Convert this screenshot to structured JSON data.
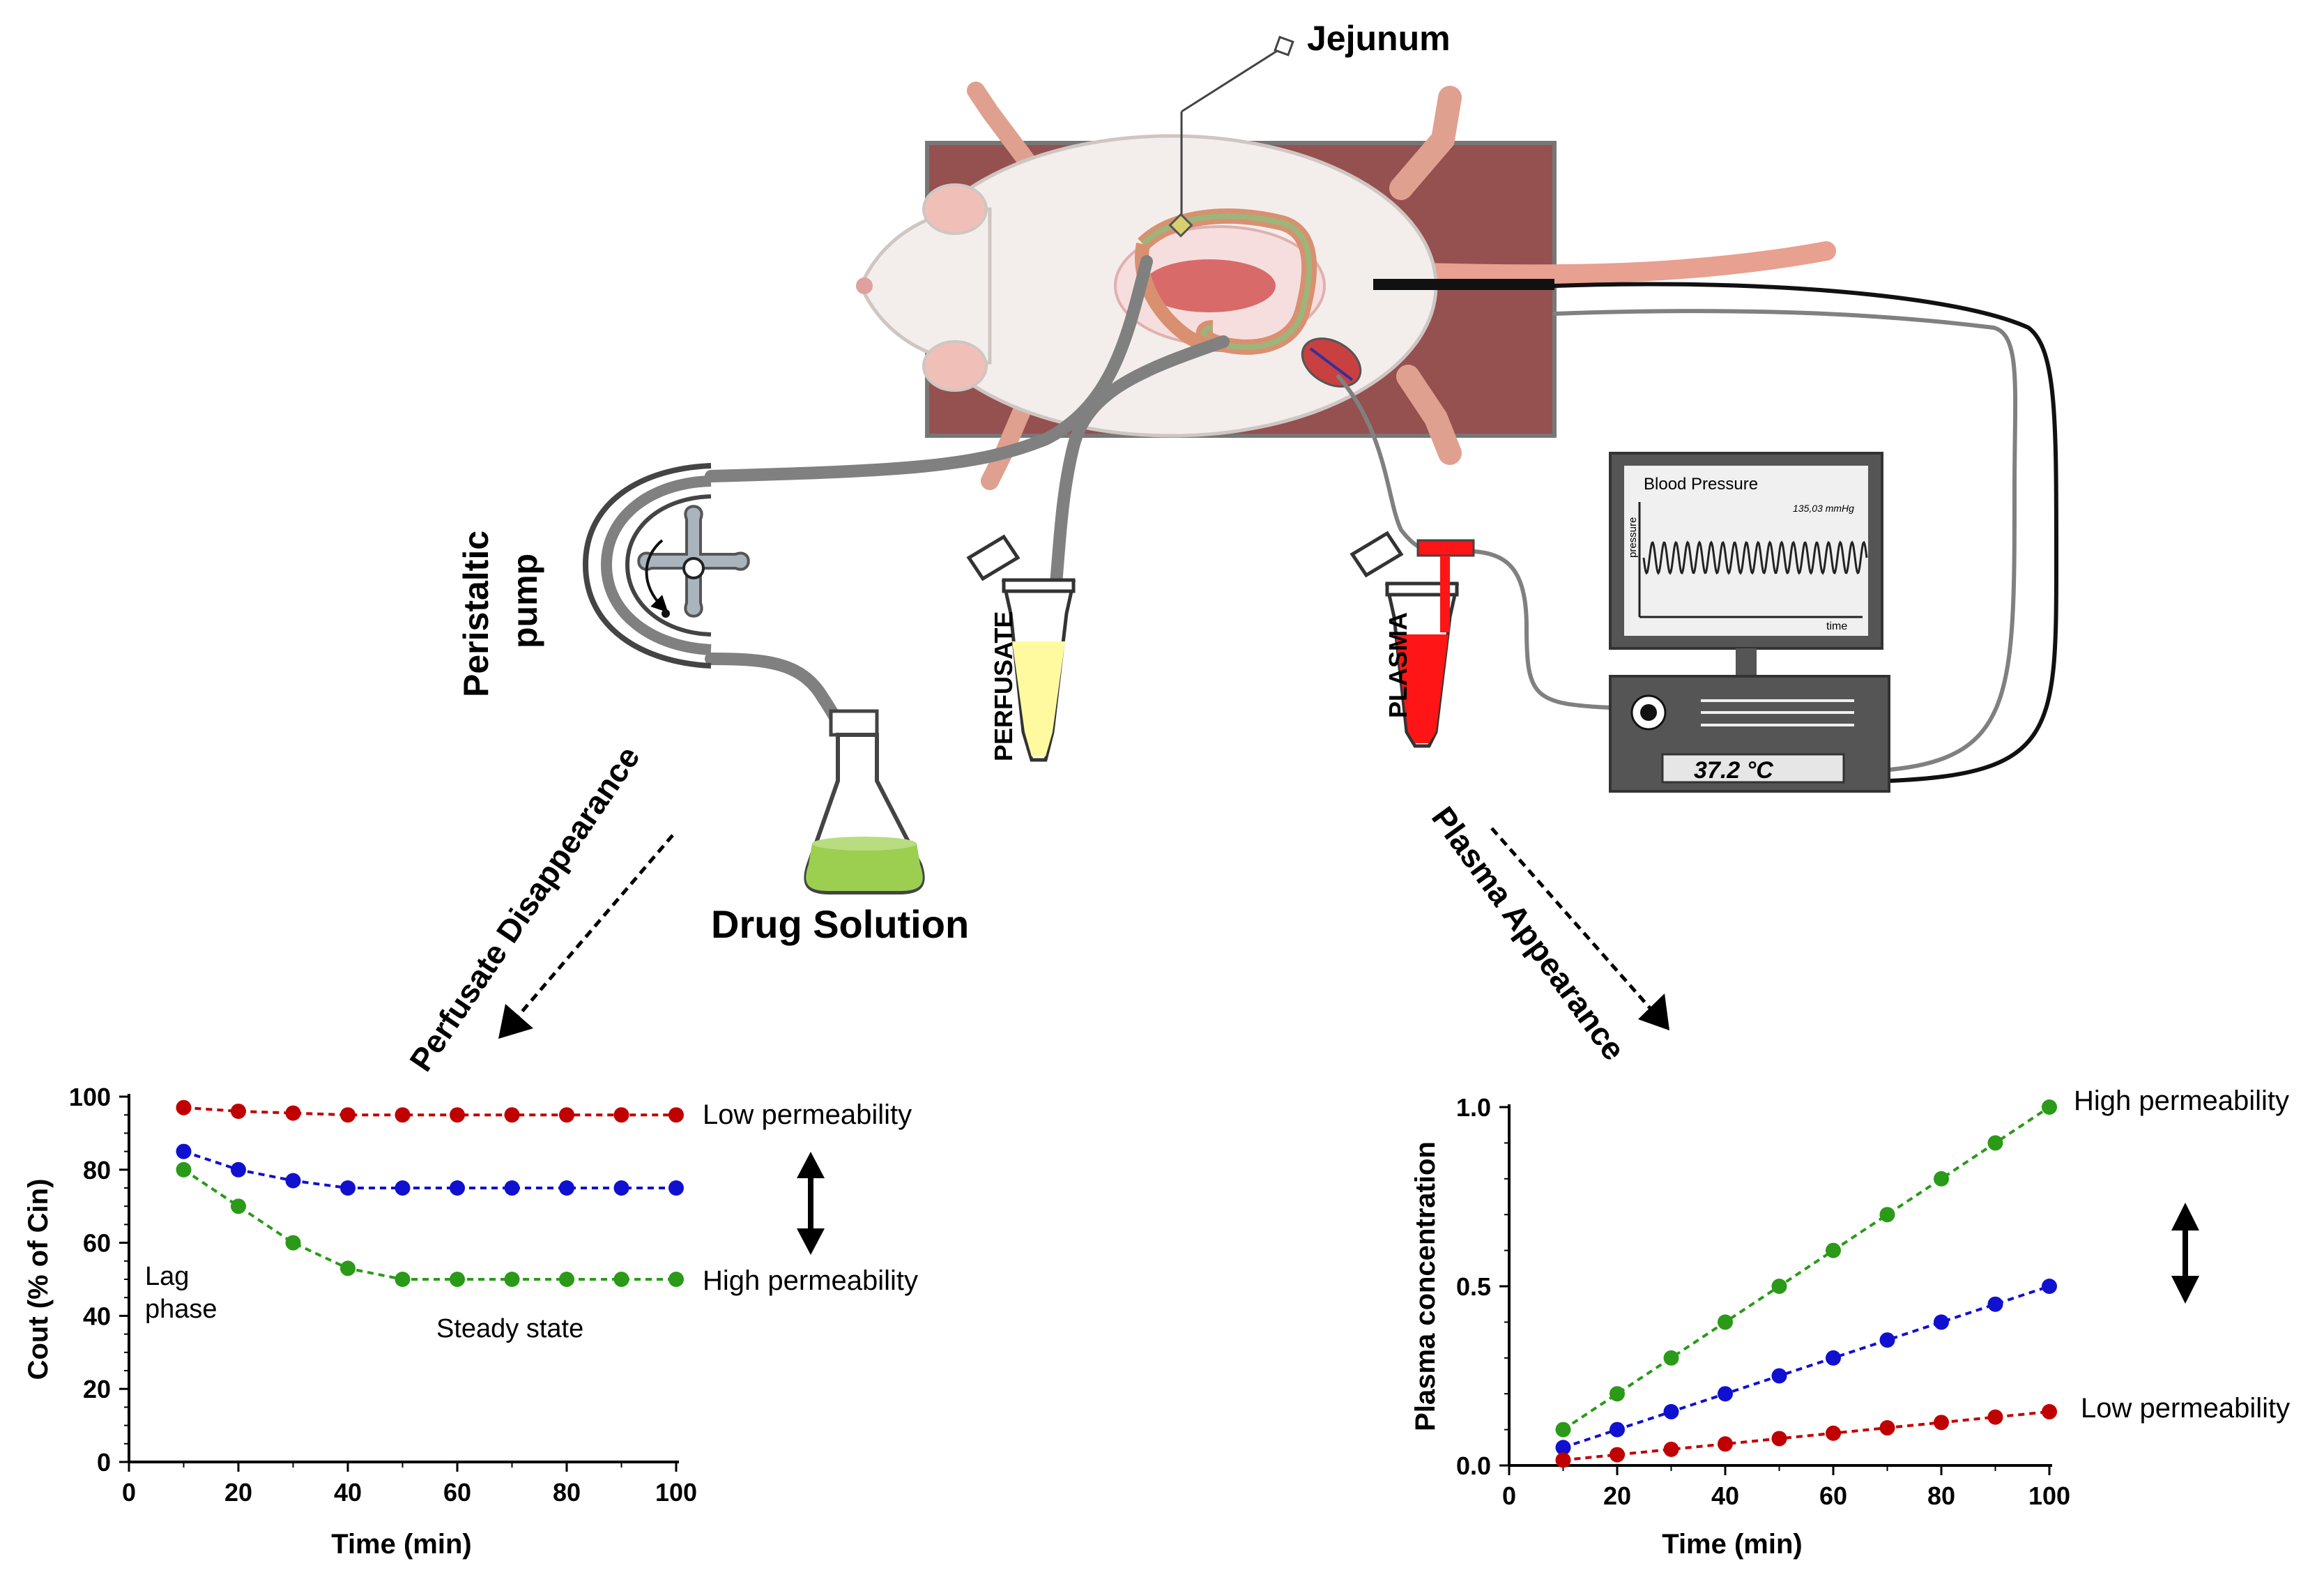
{
  "labels": {
    "jejunum": "Jejunum",
    "peristaltic_pump_line1": "Peristaltic",
    "peristaltic_pump_line2": "pump",
    "perfusate": "PERFUSATE",
    "plasma": "PLASMA",
    "drug_solution": "Drug Solution",
    "perfusate_disappearance": "Perfusate Disappearance",
    "plasma_appearance": "Plasma Appearance",
    "blood_pressure_title": "Blood Pressure",
    "blood_pressure_value": "135,03 mmHg",
    "bp_axis_y": "pressure",
    "bp_axis_x": "time",
    "temperature": "37.2 °C"
  },
  "colors": {
    "red": "#c00000",
    "blue": "#1010d0",
    "green": "#2a9a18",
    "board": "#955050",
    "tubing": "#808080"
  },
  "chart_data": [
    {
      "type": "line",
      "xlabel": "Time (min)",
      "ylabel": "Cout (% of Cin)",
      "xlim": [
        0,
        100
      ],
      "ylim": [
        0,
        100
      ],
      "xticks": [
        "0",
        "20",
        "40",
        "60",
        "80",
        "100"
      ],
      "yticks": [
        "0",
        "20",
        "40",
        "60",
        "80",
        "100"
      ],
      "x": [
        10,
        20,
        30,
        40,
        50,
        60,
        70,
        80,
        90,
        100
      ],
      "series": [
        {
          "name": "Low permeability",
          "color": "#c00000",
          "values": [
            97,
            96,
            95.5,
            95,
            95,
            95,
            95,
            95,
            95,
            95
          ]
        },
        {
          "color": "#1010d0",
          "values": [
            85,
            80,
            77,
            75,
            75,
            75,
            75,
            75,
            75,
            75
          ]
        },
        {
          "name": "High permeability",
          "color": "#2a9a18",
          "values": [
            80,
            70,
            60,
            53,
            50,
            50,
            50,
            50,
            50,
            50
          ]
        }
      ],
      "annotations": {
        "lag_line1": "Lag",
        "lag_line2": "phase",
        "steady": "Steady state"
      }
    },
    {
      "type": "line",
      "xlabel": "Time (min)",
      "ylabel": "Plasma concentration",
      "xlim": [
        0,
        100
      ],
      "ylim": [
        0,
        1.0
      ],
      "xticks": [
        "0",
        "20",
        "40",
        "60",
        "80",
        "100"
      ],
      "yticks": [
        "0.0",
        "0.5",
        "1.0"
      ],
      "x": [
        10,
        20,
        30,
        40,
        50,
        60,
        70,
        80,
        90,
        100
      ],
      "series": [
        {
          "name": "High permeability",
          "color": "#2a9a18",
          "values": [
            0.1,
            0.2,
            0.3,
            0.4,
            0.5,
            0.6,
            0.7,
            0.8,
            0.9,
            1.0
          ]
        },
        {
          "color": "#1010d0",
          "values": [
            0.05,
            0.1,
            0.15,
            0.2,
            0.25,
            0.3,
            0.35,
            0.4,
            0.45,
            0.5
          ]
        },
        {
          "name": "Low permeability",
          "color": "#c00000",
          "values": [
            0.015,
            0.03,
            0.045,
            0.06,
            0.075,
            0.09,
            0.105,
            0.12,
            0.135,
            0.15
          ]
        }
      ]
    }
  ]
}
